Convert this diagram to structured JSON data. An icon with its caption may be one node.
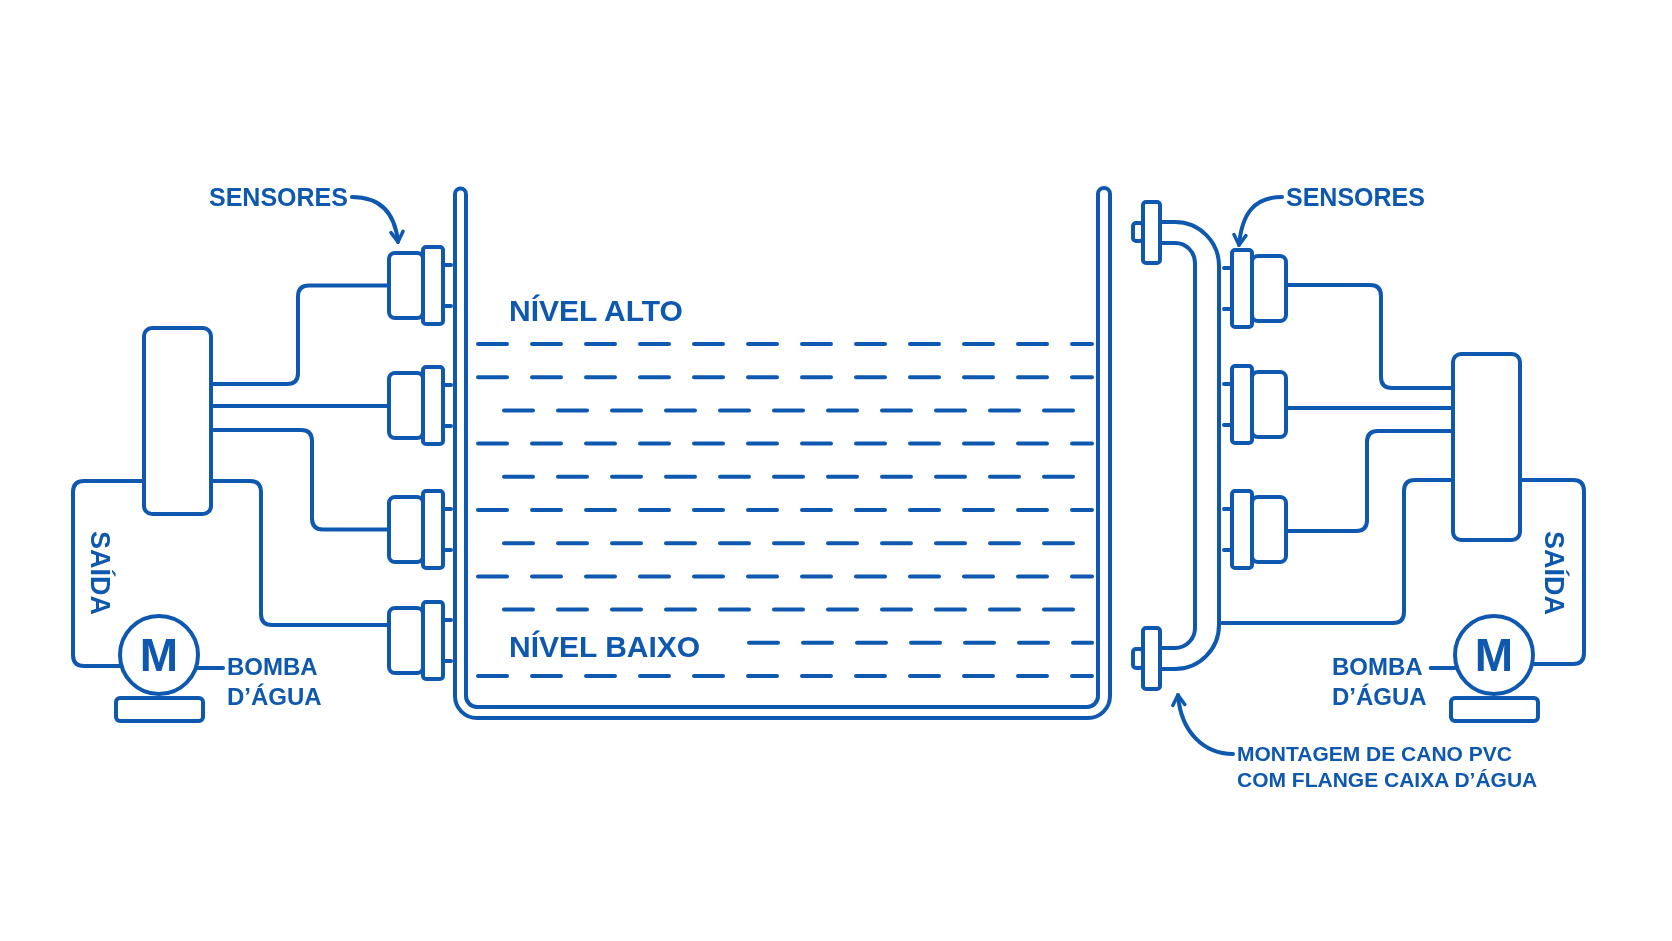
{
  "diagram": {
    "nodes": [
      {
        "text": [
          "SENSORES"
        ]
      },
      {
        "text": [
          "SENSORES"
        ]
      },
      {
        "text": [
          "NÍVEL ALTO",
          "NÍVEL BAIXO"
        ]
      },
      {
        "text": [],
        "shape": "sensor"
      },
      {
        "text": [],
        "shape": "sensor"
      },
      {
        "text": [],
        "shape": "sensor"
      },
      {
        "text": [],
        "shape": "sensor"
      },
      {
        "text": [],
        "shape": "pipe"
      },
      {
        "text": [],
        "shape": "sensor"
      },
      {
        "text": [],
        "shape": "sensor"
      },
      {
        "text": [],
        "shape": "sensor"
      },
      {
        "text": [],
        "shape": "box"
      },
      {
        "text": [],
        "shape": "box"
      },
      {
        "text": [
          "M"
        ]
      },
      {
        "text": [
          "BOMBA D’ÁGUA"
        ]
      },
      {
        "text": [
          "BOMBA D’ÁGUA"
        ]
      },
      {
        "text": [
          "M"
        ]
      },
      {
        "text": [
          "MONTAGEM DE CANO PVC COM FLANGE CAIXA D’ÁGUA"
        ]
      }
    ],
    "edges": [
      {
        "from": 0,
        "to": 3,
        "arrow": "to"
      },
      {
        "from": 11,
        "to": 3,
        "arrow": "none"
      },
      {
        "from": 11,
        "to": 4,
        "arrow": "none"
      },
      {
        "from": 11,
        "to": 5,
        "arrow": "none"
      },
      {
        "from": 11,
        "to": 6,
        "arrow": "none"
      },
      {
        "from": 11,
        "to": 13,
        "arrow": "none",
        "label": "SAÍDA"
      },
      {
        "from": 14,
        "to": 13,
        "arrow": "none"
      },
      {
        "from": 1,
        "to": 8,
        "arrow": "to"
      },
      {
        "from": 12,
        "to": 8,
        "arrow": "none"
      },
      {
        "from": 12,
        "to": 9,
        "arrow": "none"
      },
      {
        "from": 12,
        "to": 10,
        "arrow": "none"
      },
      {
        "from": 12,
        "to": 7,
        "arrow": "none"
      },
      {
        "from": 12,
        "to": 16,
        "arrow": "none",
        "label": "SAÍDA"
      },
      {
        "from": 15,
        "to": 16,
        "arrow": "none"
      },
      {
        "from": 17,
        "to": 7,
        "arrow": "to"
      }
    ]
  }
}
